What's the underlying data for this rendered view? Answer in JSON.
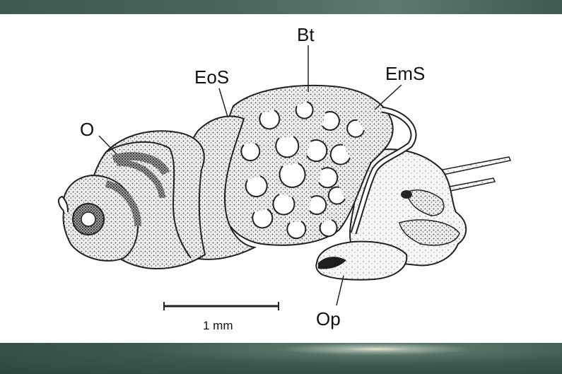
{
  "labels": {
    "bt": "Bt",
    "eos": "EoS",
    "ems": "EmS",
    "o": "O",
    "op": "Op"
  },
  "scale_bar": {
    "text": "1 mm"
  },
  "colors": {
    "band": "#3f5b50",
    "ink": "#111111"
  }
}
